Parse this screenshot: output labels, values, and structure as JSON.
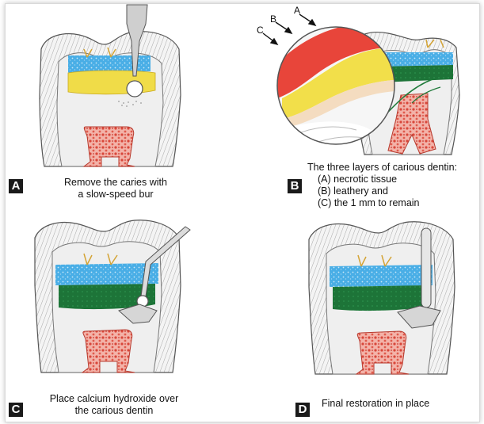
{
  "panels": [
    {
      "letter": "A",
      "caption_lines": [
        "Remove the caries with",
        "a slow-speed bur"
      ]
    },
    {
      "letter": "B",
      "caption_title": "The three layers of carious dentin:",
      "caption_items": [
        "(A) necrotic tissue",
        "(B) leathery and",
        "(C) the 1 mm to remain"
      ],
      "layer_labels": [
        "A",
        "B",
        "C"
      ]
    },
    {
      "letter": "C",
      "caption_lines": [
        "Place calcium hydroxide over",
        "the carious dentin"
      ]
    },
    {
      "letter": "D",
      "caption_lines": [
        "Final restoration in place"
      ]
    }
  ],
  "colors": {
    "enamel": "#f2f2f2",
    "outline": "#555555",
    "dentin_blue": "#4fb3e8",
    "leathery_yellow": "#f2df4a",
    "remaining_green": "#1f7a3a",
    "pulp_red": "#e8746a",
    "necrotic_red": "#e8453a",
    "label_black": "#1a1a1a"
  }
}
